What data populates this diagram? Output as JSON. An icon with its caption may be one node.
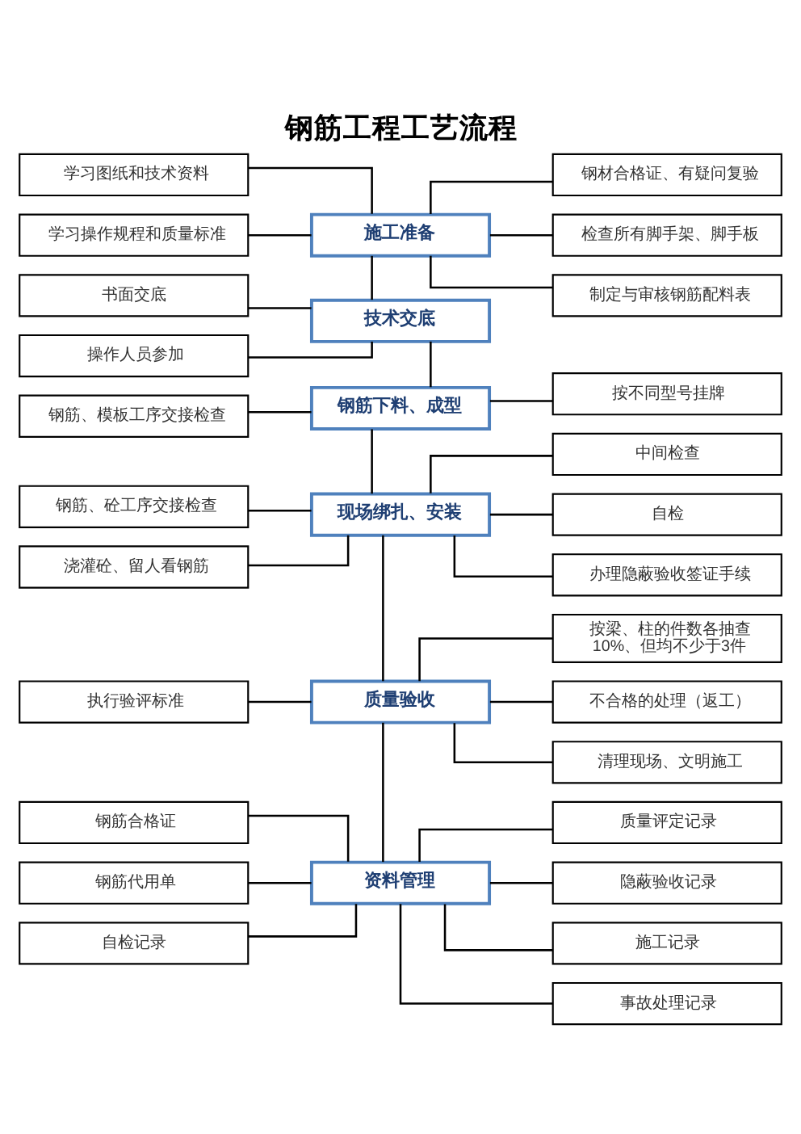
{
  "diagram": {
    "title": "钢筋工程工艺流程",
    "nodes": [
      {
        "text": [
          "学习图纸和技术资料"
        ]
      },
      {
        "text": [
          "学习操作规程和质量标准"
        ]
      },
      {
        "text": [
          "施工准备"
        ]
      },
      {
        "text": [
          "钢材合格证、有疑问复验"
        ]
      },
      {
        "text": [
          "检查所有脚手架、脚手板"
        ]
      },
      {
        "text": [
          "制定与审核钢筋配料表"
        ]
      },
      {
        "text": [
          "书面交底"
        ]
      },
      {
        "text": [
          "操作人员参加"
        ]
      },
      {
        "text": [
          "技术交底"
        ]
      },
      {
        "text": [
          "钢筋下料、成型"
        ]
      },
      {
        "text": [
          "按不同型号挂牌"
        ]
      },
      {
        "text": [
          "钢筋、模板工序交接检查"
        ]
      },
      {
        "text": [
          "现场绑扎、安装"
        ]
      },
      {
        "text": [
          "中间检查"
        ]
      },
      {
        "text": [
          "自检"
        ]
      },
      {
        "text": [
          "钢筋、砼工序交接检查"
        ]
      },
      {
        "text": [
          "浇灌砼、留人看钢筋"
        ]
      },
      {
        "text": [
          "办理隐蔽验收签证手续"
        ]
      },
      {
        "text": [
          "执行验评标准"
        ]
      },
      {
        "text": [
          "质量验收"
        ]
      },
      {
        "text": [
          "按梁、柱的件数各抽查10%、但均不少于3件"
        ]
      },
      {
        "text": [
          "不合格的处理（返工）"
        ]
      },
      {
        "text": [
          "清理现场、文明施工"
        ]
      },
      {
        "text": [
          "钢筋合格证"
        ]
      },
      {
        "text": [
          "钢筋代用单"
        ]
      },
      {
        "text": [
          "自检记录"
        ]
      },
      {
        "text": [
          "资料管理"
        ]
      },
      {
        "text": [
          "质量评定记录"
        ]
      },
      {
        "text": [
          "隐蔽验收记录"
        ]
      },
      {
        "text": [
          "施工记录"
        ]
      },
      {
        "text": [
          "事故处理记录"
        ]
      }
    ],
    "edges": [
      {
        "from": 0,
        "to": 2,
        "arrow": "none"
      },
      {
        "from": 1,
        "to": 2,
        "arrow": "none"
      },
      {
        "from": 2,
        "to": 3,
        "arrow": "none"
      },
      {
        "from": 2,
        "to": 4,
        "arrow": "none"
      },
      {
        "from": 2,
        "to": 5,
        "arrow": "none"
      },
      {
        "from": 2,
        "to": 8,
        "arrow": "none"
      },
      {
        "from": 6,
        "to": 8,
        "arrow": "none"
      },
      {
        "from": 7,
        "to": 8,
        "arrow": "none"
      },
      {
        "from": 8,
        "to": 9,
        "arrow": "none"
      },
      {
        "from": 9,
        "to": 10,
        "arrow": "none"
      },
      {
        "from": 11,
        "to": 9,
        "arrow": "none"
      },
      {
        "from": 9,
        "to": 12,
        "arrow": "none"
      },
      {
        "from": 12,
        "to": 13,
        "arrow": "none"
      },
      {
        "from": 12,
        "to": 14,
        "arrow": "none"
      },
      {
        "from": 15,
        "to": 12,
        "arrow": "none"
      },
      {
        "from": 16,
        "to": 12,
        "arrow": "none"
      },
      {
        "from": 12,
        "to": 17,
        "arrow": "none"
      },
      {
        "from": 12,
        "to": 19,
        "arrow": "none"
      },
      {
        "from": 18,
        "to": 19,
        "arrow": "none"
      },
      {
        "from": 19,
        "to": 20,
        "arrow": "none"
      },
      {
        "from": 19,
        "to": 21,
        "arrow": "none"
      },
      {
        "from": 19,
        "to": 22,
        "arrow": "none"
      },
      {
        "from": 19,
        "to": 26,
        "arrow": "none"
      },
      {
        "from": 23,
        "to": 26,
        "arrow": "none"
      },
      {
        "from": 24,
        "to": 26,
        "arrow": "none"
      },
      {
        "from": 25,
        "to": 26,
        "arrow": "none"
      },
      {
        "from": 26,
        "to": 27,
        "arrow": "none"
      },
      {
        "from": 26,
        "to": 28,
        "arrow": "none"
      },
      {
        "from": 26,
        "to": 29,
        "arrow": "none"
      },
      {
        "from": 26,
        "to": 30,
        "arrow": "none"
      }
    ]
  }
}
